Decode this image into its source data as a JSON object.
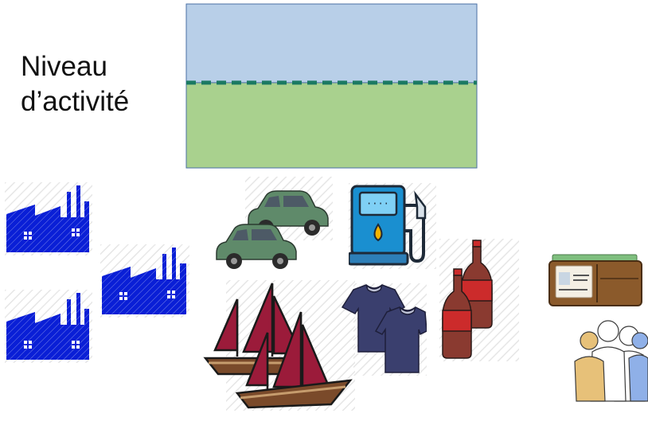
{
  "label": {
    "line1": "Niveau",
    "line2": "d’activité"
  },
  "activity_level": {
    "fraction": 0.52,
    "capacity_color": "#b8cfe8",
    "level_color": "#a9d18e",
    "border_color": "#4a6fa5",
    "line_color": "#1b7a62"
  },
  "colors": {
    "factory": "#0a1fd6",
    "car": "#5f8a6a",
    "pump": "#1a8fd0",
    "sail": "#9b1b3a",
    "hull": "#7a4a2a",
    "shirt": "#3a3f6e",
    "bottle": "#8a3a30",
    "wallet": "#8b5a2b",
    "people": "#e7c179"
  },
  "icons": [
    "factory-icon",
    "car-icon",
    "fuel-pump-icon",
    "sailboat-icon",
    "shirt-icon",
    "bottle-icon",
    "wallet-icon",
    "people-icon"
  ]
}
